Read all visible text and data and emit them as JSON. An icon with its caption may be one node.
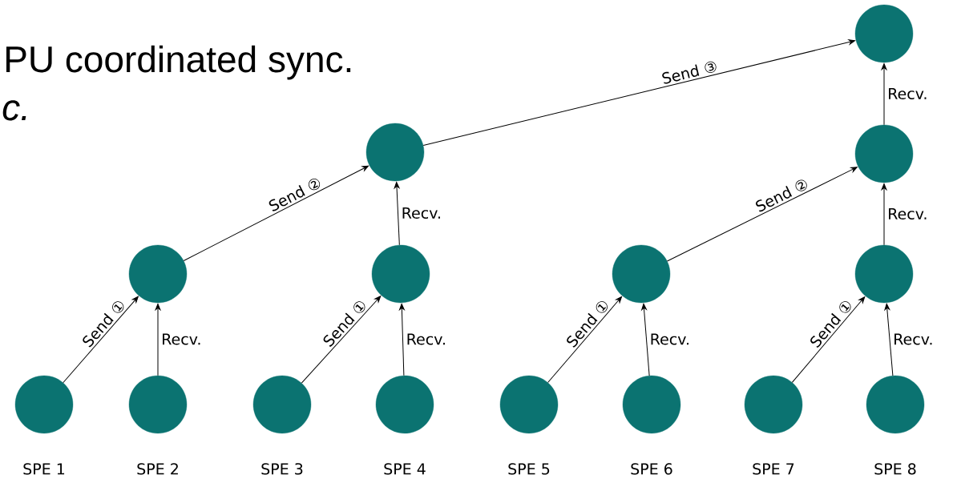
{
  "diagram": {
    "nodes": [
      {
        "text": [],
        "shape": "circle"
      },
      {
        "text": [],
        "shape": "circle"
      },
      {
        "text": [],
        "shape": "circle"
      },
      {
        "text": [],
        "shape": "circle"
      },
      {
        "text": [],
        "shape": "circle"
      },
      {
        "text": [],
        "shape": "circle"
      },
      {
        "text": [],
        "shape": "circle"
      },
      {
        "text": [],
        "shape": "circle",
        "beside": [
          "SPE 1"
        ]
      },
      {
        "text": [],
        "shape": "circle",
        "beside": [
          "SPE 2"
        ]
      },
      {
        "text": [],
        "shape": "circle",
        "beside": [
          "SPE 3"
        ]
      },
      {
        "text": [],
        "shape": "circle",
        "beside": [
          "SPE 4"
        ]
      },
      {
        "text": [],
        "shape": "circle",
        "beside": [
          "SPE 5"
        ]
      },
      {
        "text": [],
        "shape": "circle",
        "beside": [
          "SPE 6"
        ]
      },
      {
        "text": [],
        "shape": "circle",
        "beside": [
          "SPE 7"
        ]
      },
      {
        "text": [],
        "shape": "circle",
        "beside": [
          "SPE 8"
        ]
      }
    ],
    "edges": [
      {
        "from": 7,
        "to": 3,
        "arrow": "to",
        "label": "Send ①"
      },
      {
        "from": 8,
        "to": 3,
        "arrow": "to",
        "label": "Recv."
      },
      {
        "from": 9,
        "to": 4,
        "arrow": "to",
        "label": "Send ①"
      },
      {
        "from": 10,
        "to": 4,
        "arrow": "to",
        "label": "Recv."
      },
      {
        "from": 11,
        "to": 5,
        "arrow": "to",
        "label": "Send ①"
      },
      {
        "from": 12,
        "to": 5,
        "arrow": "to",
        "label": "Recv."
      },
      {
        "from": 13,
        "to": 6,
        "arrow": "to",
        "label": "Send ①"
      },
      {
        "from": 14,
        "to": 6,
        "arrow": "to",
        "label": "Recv."
      },
      {
        "from": 3,
        "to": 1,
        "arrow": "to",
        "label": "Send ②"
      },
      {
        "from": 4,
        "to": 1,
        "arrow": "to",
        "label": "Recv."
      },
      {
        "from": 5,
        "to": 2,
        "arrow": "to",
        "label": "Send ②"
      },
      {
        "from": 6,
        "to": 2,
        "arrow": "to",
        "label": "Recv."
      },
      {
        "from": 1,
        "to": 0,
        "arrow": "to",
        "label": "Send ③"
      },
      {
        "from": 2,
        "to": 0,
        "arrow": "to",
        "label": "Recv."
      }
    ],
    "labels": [
      "PU coordinated sync.",
      "c."
    ]
  }
}
